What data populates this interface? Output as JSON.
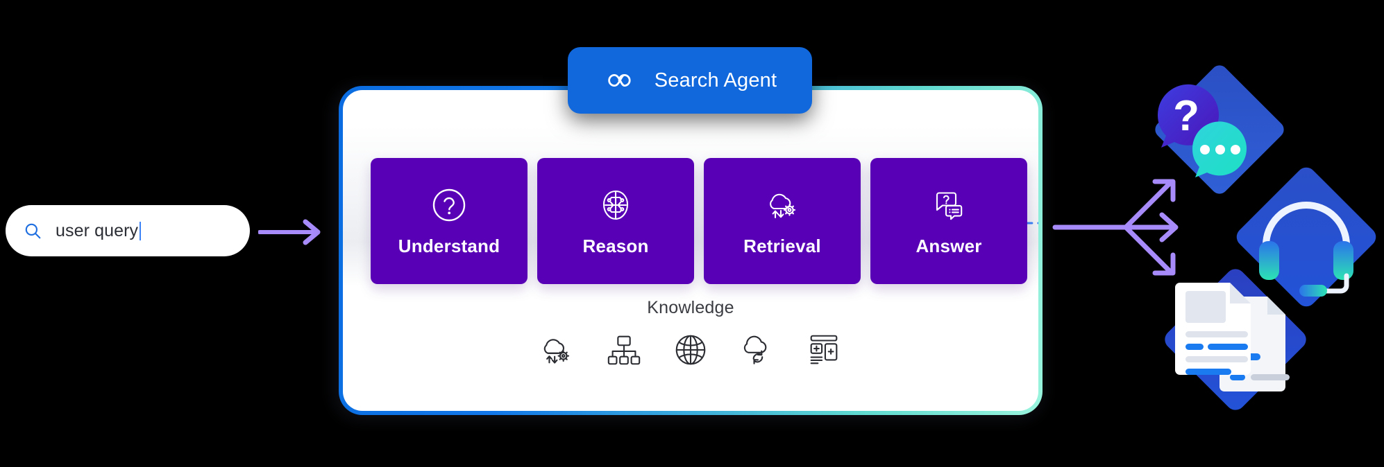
{
  "diagram": {
    "title": "Search Agent pipeline",
    "colors": {
      "badge_blue": "#1068dc",
      "step_purple": "#5800b5",
      "card_border_start": "#0a6ce0",
      "card_border_end": "#9af4dd",
      "arrow_purple": "#a78bfa",
      "loop_dash_blue": "#3b82f6",
      "cyan_accent": "#22d3ee",
      "background": "#000000"
    }
  },
  "search": {
    "value": "user query",
    "icon": "search-icon",
    "caret_visible": true
  },
  "arrows": {
    "input_arrow": "arrow-right-icon",
    "output_splitter": "branching-arrow-icon",
    "output_splitter_branches": 3,
    "headset_pointer": "arrow-right-icon"
  },
  "badge": {
    "label": "Search Agent",
    "icon": "infinity-icon"
  },
  "feedback_loop": {
    "style": "dashed",
    "from": "Reason",
    "to": "Answer"
  },
  "steps": [
    {
      "label": "Understand",
      "icon": "question-circle-icon"
    },
    {
      "label": "Reason",
      "icon": "brain-circuit-icon"
    },
    {
      "label": "Retrieval",
      "icon": "cloud-gear-sync-icon"
    },
    {
      "label": "Answer",
      "icon": "chat-bubbles-qa-icon"
    }
  ],
  "knowledge": {
    "label": "Knowledge",
    "icons": [
      "cloud-gear-transfer-icon",
      "org-chart-icon",
      "globe-icon",
      "cloud-refresh-icon",
      "document-layout-plus-icon"
    ]
  },
  "outputs": [
    {
      "name": "chat-bubbles-illustration",
      "icon": "chat-bubbles-icon"
    },
    {
      "name": "headset-support-illustration",
      "icon": "headset-icon"
    },
    {
      "name": "documents-illustration",
      "icon": "documents-stack-icon"
    }
  ]
}
